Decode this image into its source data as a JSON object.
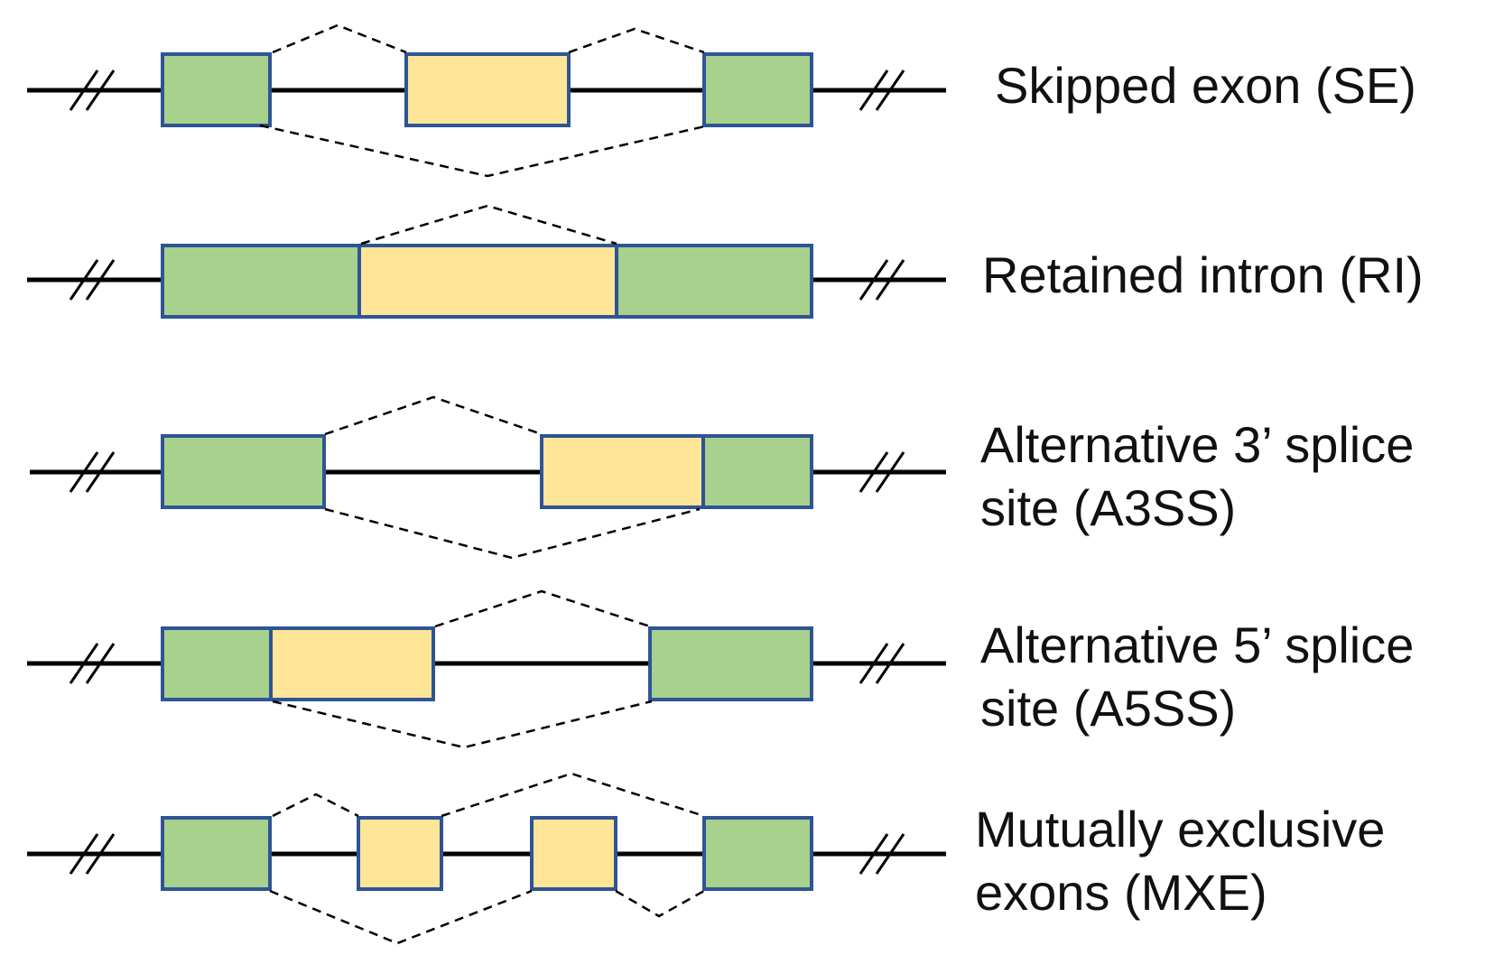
{
  "colors": {
    "constitutive_exon": "#a8d18d",
    "alternative_region": "#ffe597",
    "exon_border": "#2f5496",
    "line": "#000000"
  },
  "events": [
    {
      "id": "se",
      "label_lines": [
        "Skipped exon (SE)"
      ]
    },
    {
      "id": "ri",
      "label_lines": [
        "Retained intron (RI)"
      ]
    },
    {
      "id": "a3ss",
      "label_lines": [
        "Alternative 3’ splice",
        "site (A3SS)"
      ]
    },
    {
      "id": "a5ss",
      "label_lines": [
        "Alternative 5’ splice",
        "site (A5SS)"
      ]
    },
    {
      "id": "mxe",
      "label_lines": [
        "Mutually exclusive",
        "exons (MXE)"
      ]
    }
  ]
}
